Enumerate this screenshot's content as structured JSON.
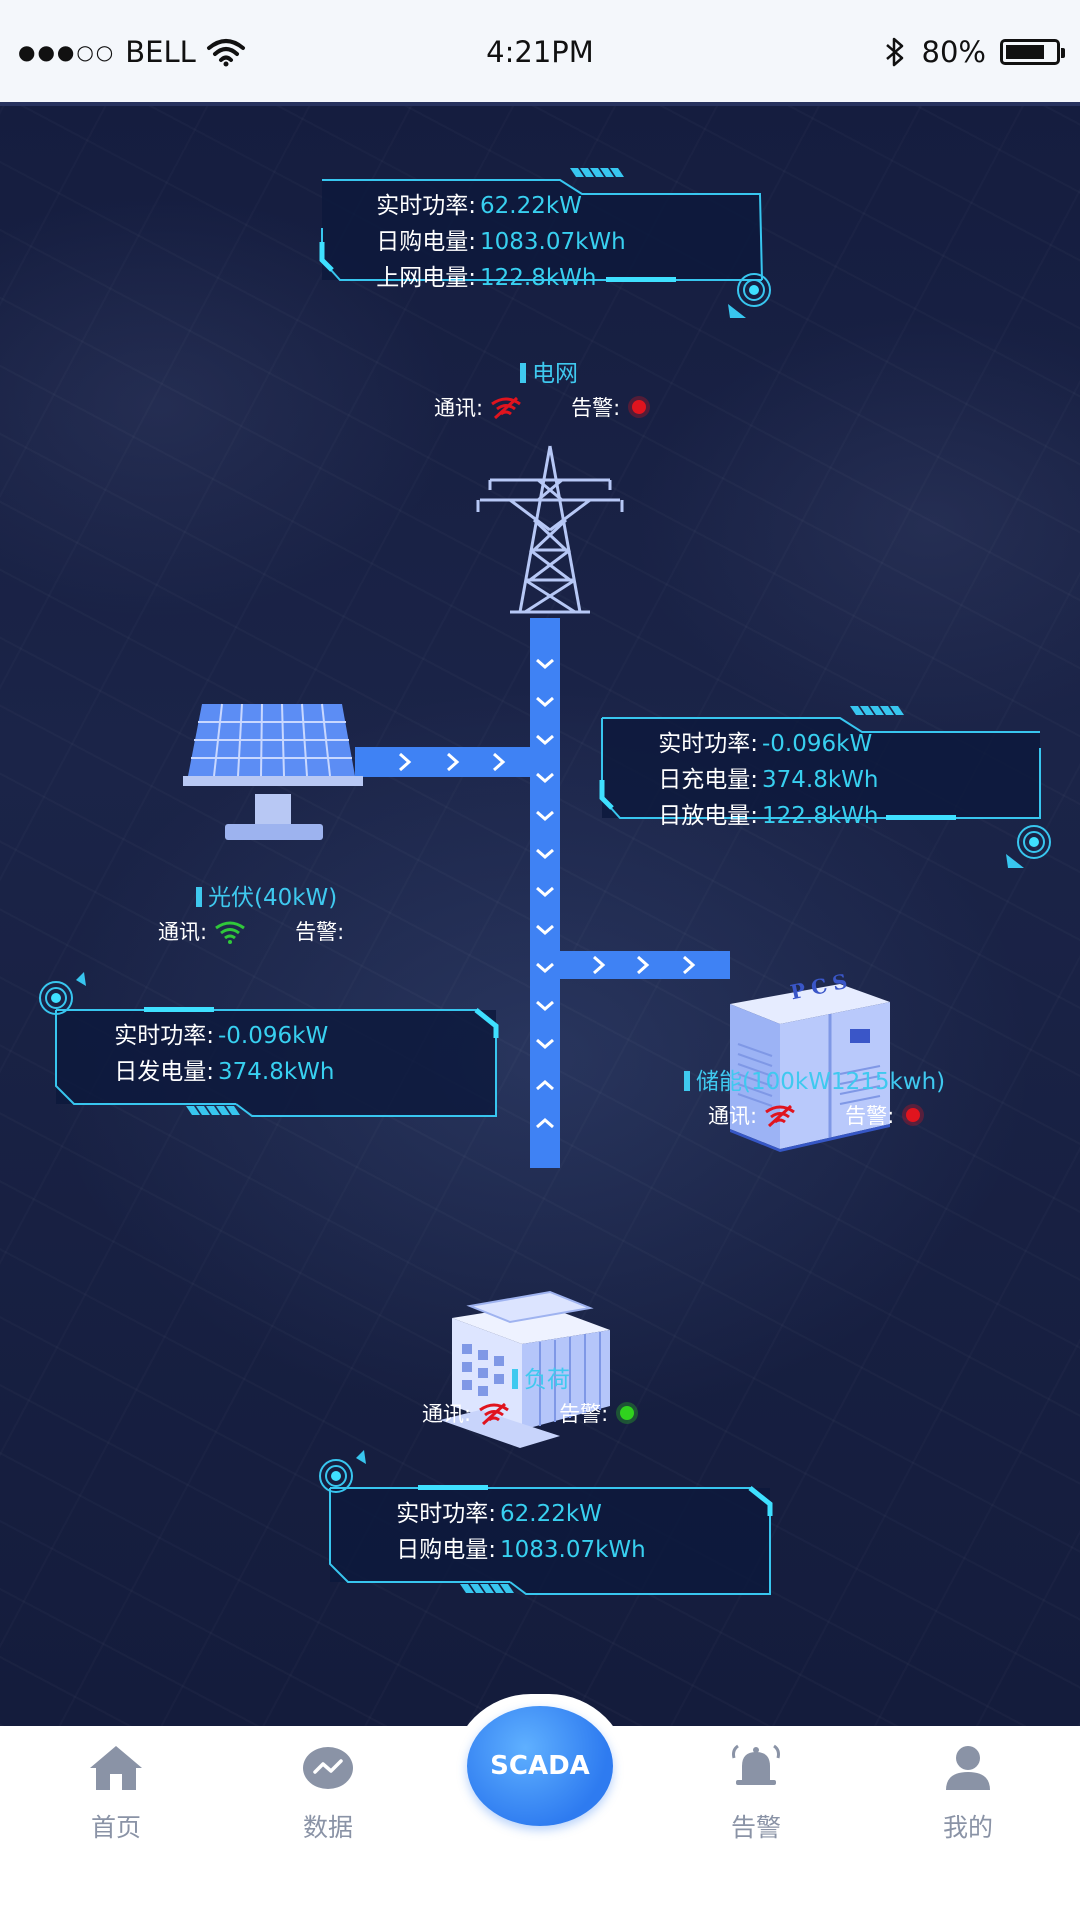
{
  "status_bar": {
    "carrier": "BELL",
    "time": "4:21PM",
    "battery": "80%",
    "battery_level": 0.8
  },
  "grid": {
    "title": "电网",
    "comm_label": "通讯:",
    "alarm_label": "告警:",
    "comm_ok": false,
    "alarm_color": "#e0141e",
    "metrics": [
      {
        "label": "实时功率:",
        "value": "62.22kW"
      },
      {
        "label": "日购电量:",
        "value": "1083.07kWh"
      },
      {
        "label": "上网电量:",
        "value": "122.8kWh"
      }
    ]
  },
  "pv": {
    "title": "光伏(40kW)",
    "comm_label": "通讯:",
    "alarm_label": "告警:",
    "comm_ok": true,
    "metrics": [
      {
        "label": "实时功率:",
        "value": "-0.096kW"
      },
      {
        "label": "日发电量:",
        "value": "374.8kWh"
      }
    ]
  },
  "storage": {
    "title": "储能(100kW1215kwh)",
    "comm_label": "通讯:",
    "alarm_label": "告警:",
    "comm_ok": false,
    "alarm_color": "#e0141e",
    "device_label": "PCS",
    "metrics": [
      {
        "label": "实时功率:",
        "value": "-0.096kW"
      },
      {
        "label": "日充电量:",
        "value": "374.8kWh"
      },
      {
        "label": "日放电量:",
        "value": "122.8kWh"
      }
    ]
  },
  "load": {
    "title": "负荷",
    "comm_label": "通讯:",
    "alarm_label": "告警:",
    "comm_ok": false,
    "alarm_color": "#30d21e",
    "metrics": [
      {
        "label": "实时功率:",
        "value": "62.22kW"
      },
      {
        "label": "日购电量:",
        "value": "1083.07kWh"
      }
    ]
  },
  "nav": {
    "home": "首页",
    "data": "数据",
    "scada": "SCADA",
    "alarm": "告警",
    "mine": "我的"
  },
  "colors": {
    "accent_cyan": "#38d0f0",
    "line_blue": "#3f82f4",
    "nav_gray": "#8a93a6"
  }
}
